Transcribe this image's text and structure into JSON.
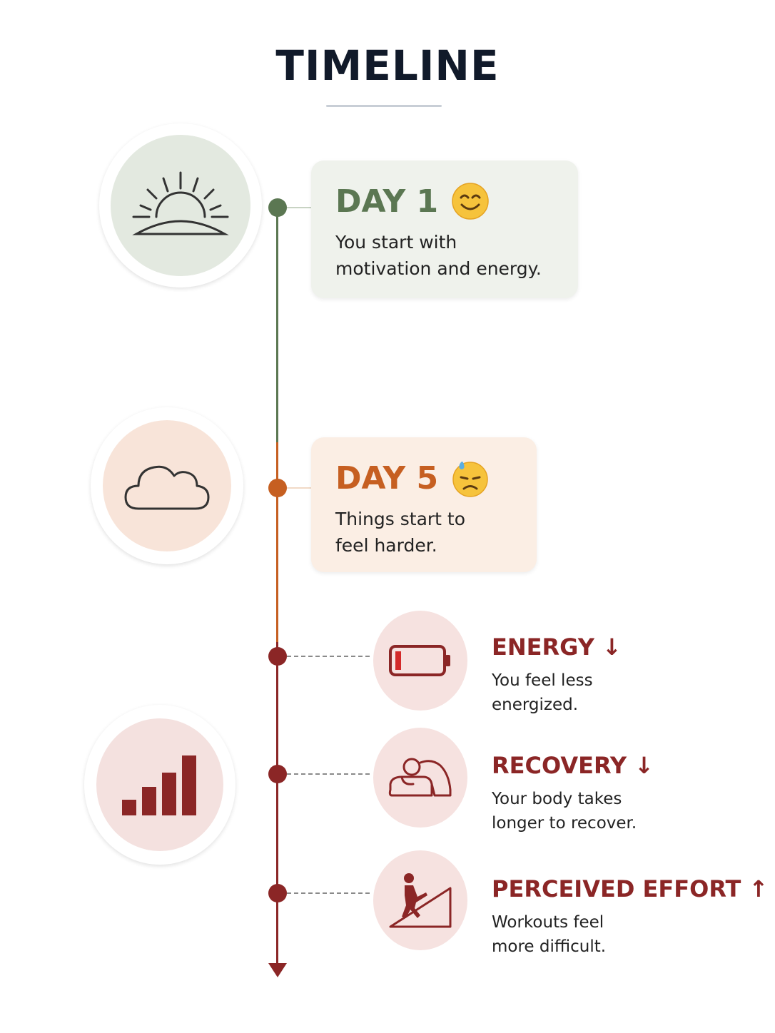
{
  "title": "TIMELINE",
  "colors": {
    "green": "#5b7752",
    "orange": "#c65f21",
    "red": "#8b2626"
  },
  "stages": [
    {
      "day_label": "DAY 1",
      "emoji": "smiling-face",
      "icon": "sunrise-icon",
      "line1": "You start with",
      "line2": "motivation and energy."
    },
    {
      "day_label": "DAY 5",
      "emoji": "downcast-face-with-sweat",
      "icon": "cloud-icon",
      "line1": "Things start to",
      "line2": "feel harder."
    }
  ],
  "effects_icon": "bar-chart-icon",
  "effects": [
    {
      "title": "ENERGY ↓",
      "icon": "low-battery-icon",
      "line1": "You feel less",
      "line2": "energized."
    },
    {
      "title": "RECOVERY ↓",
      "icon": "resting-person-icon",
      "line1": "Your body takes",
      "line2": "longer to recover."
    },
    {
      "title": "PERCEIVED EFFORT ↑",
      "icon": "climbing-person-icon",
      "line1": "Workouts feel",
      "line2": "more difficult."
    }
  ]
}
